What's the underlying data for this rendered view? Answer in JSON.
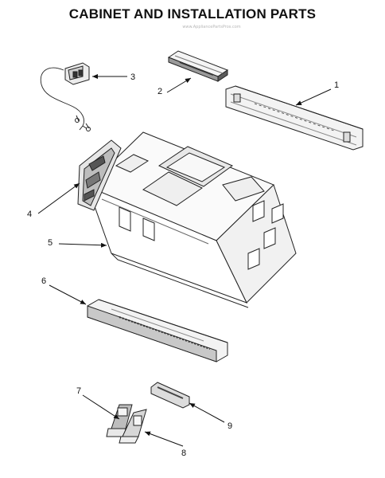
{
  "title": "CABINET AND INSTALLATION PARTS",
  "watermark": "www.AppliancePartsPros.com",
  "callouts": [
    {
      "id": "1",
      "label": "1"
    },
    {
      "id": "2",
      "label": "2"
    },
    {
      "id": "3",
      "label": "3"
    },
    {
      "id": "4",
      "label": "4"
    },
    {
      "id": "5",
      "label": "5"
    },
    {
      "id": "6",
      "label": "6"
    },
    {
      "id": "7",
      "label": "7"
    },
    {
      "id": "8",
      "label": "8"
    },
    {
      "id": "9",
      "label": "9"
    }
  ]
}
